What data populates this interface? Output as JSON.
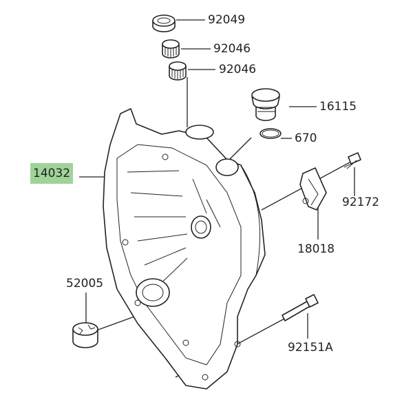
{
  "diagram": {
    "highlight_color": "#9fd39a",
    "parts": [
      {
        "id": "p92049",
        "number": "92049"
      },
      {
        "id": "p92046a",
        "number": "92046"
      },
      {
        "id": "p92046b",
        "number": "92046"
      },
      {
        "id": "p16115",
        "number": "16115"
      },
      {
        "id": "p670",
        "number": "670"
      },
      {
        "id": "p14032",
        "number": "14032",
        "highlighted": true
      },
      {
        "id": "p92172",
        "number": "92172"
      },
      {
        "id": "p18018",
        "number": "18018"
      },
      {
        "id": "p52005",
        "number": "52005"
      },
      {
        "id": "p92151A",
        "number": "92151A"
      }
    ]
  }
}
